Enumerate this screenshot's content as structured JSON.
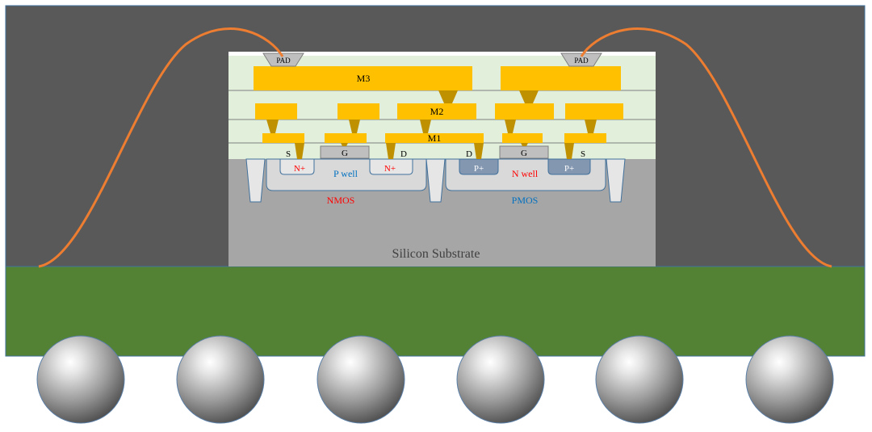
{
  "labels": {
    "pad_left": "PAD",
    "pad_right": "PAD",
    "m3": "M3",
    "m2": "M2",
    "m1": "M1",
    "s_left": "S",
    "g_left": "G",
    "d_left": "D",
    "d_right": "D",
    "g_right": "G",
    "s_right": "S",
    "n_plus_1": "N+",
    "n_plus_2": "N+",
    "p_plus_1": "P+",
    "p_plus_2": "P+",
    "p_well": "P well",
    "n_well": "N well",
    "nmos": "NMOS",
    "pmos": "PMOS",
    "substrate": "Silicon Substrate"
  },
  "colors": {
    "mold": "#595959",
    "substrate_board": "#548235",
    "wire": "#ed7d31",
    "metal": "#ffc000",
    "via": "#bf9000",
    "dielectric": "#e2efda",
    "silicon": "#a6a6a6",
    "nmos_text": "#ff0000",
    "pmos_text": "#0070c0"
  },
  "solder_balls": 6
}
